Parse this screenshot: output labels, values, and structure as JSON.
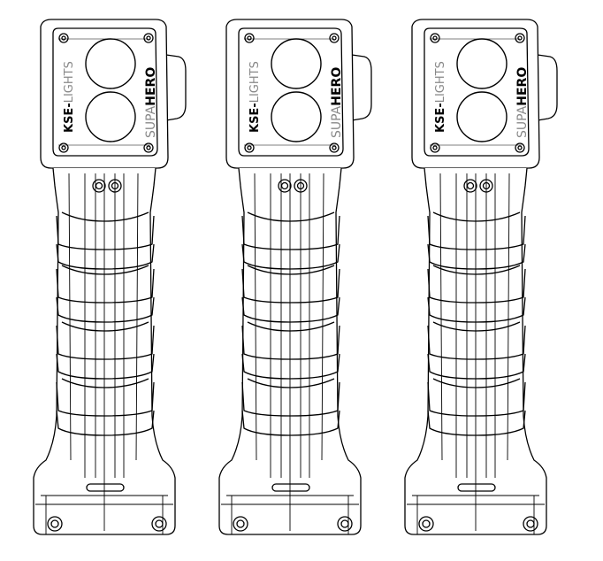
{
  "figure": {
    "torch_count": 3,
    "colors": {
      "line": "#000000",
      "fill": "#ffffff",
      "brand_gray": "#888888"
    },
    "torches": [
      {
        "brand_left_bold": "KSE-",
        "brand_left_light": "LIGHTS",
        "brand_right_light": "SUPA",
        "brand_right_bold": "HERO"
      },
      {
        "brand_left_bold": "KSE-",
        "brand_left_light": "LIGHTS",
        "brand_right_light": "SUPA",
        "brand_right_bold": "HERO"
      },
      {
        "brand_left_bold": "KSE-",
        "brand_left_light": "LIGHTS",
        "brand_right_light": "SUPA",
        "brand_right_bold": "HERO"
      }
    ]
  }
}
